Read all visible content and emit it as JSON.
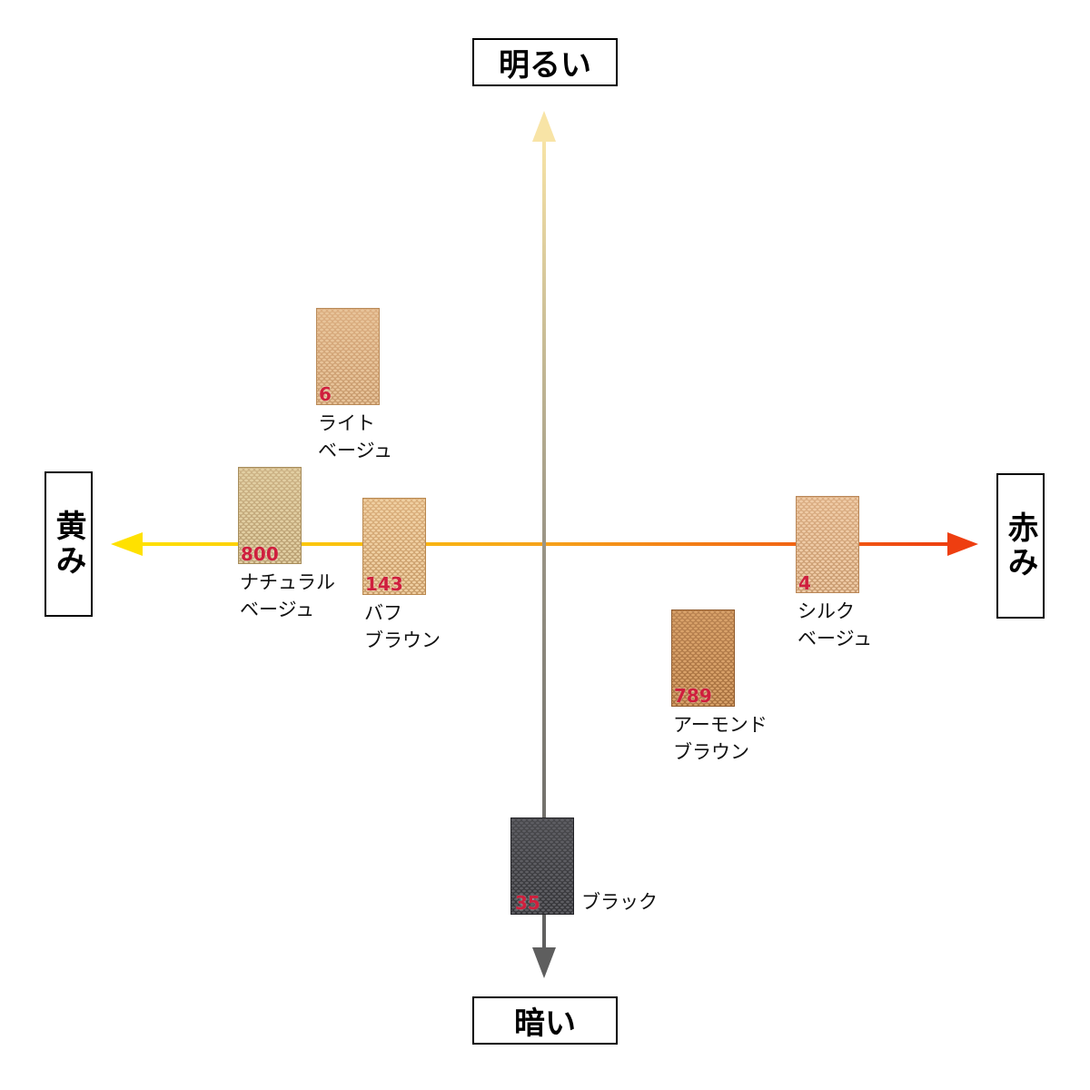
{
  "axes": {
    "top": "明るい",
    "bottom": "暗い",
    "left": "黄み",
    "right": "赤み"
  },
  "colors": {
    "vertical_axis_top": "#f8e4a6",
    "vertical_axis_bottom": "#5e5e5e",
    "horizontal_axis_left": "#ffe100",
    "horizontal_axis_right": "#ee3e10",
    "code_text": "#cf1f3d"
  },
  "swatches": [
    {
      "code": "6",
      "name_lines": [
        "ライト",
        "ベージュ"
      ],
      "base": "#d9a877",
      "dot": "#e8c49a",
      "dark": "#b98a58"
    },
    {
      "code": "800",
      "name_lines": [
        "ナチュラル",
        "ベージュ"
      ],
      "base": "#c9ad7c",
      "dot": "#e2cfa3",
      "dark": "#a78d5c"
    },
    {
      "code": "143",
      "name_lines": [
        "バフ",
        "ブラウン"
      ],
      "base": "#d9aa73",
      "dot": "#f0d0a3",
      "dark": "#b9884f"
    },
    {
      "code": "4",
      "name_lines": [
        "シルク",
        "ベージュ"
      ],
      "base": "#d9a87a",
      "dot": "#efcba6",
      "dark": "#b98758"
    },
    {
      "code": "789",
      "name_lines": [
        "アーモンド",
        "ブラウン"
      ],
      "base": "#b57a44",
      "dot": "#d9a26a",
      "dark": "#8f5a2c"
    },
    {
      "code": "35",
      "name_lines": [
        "ブラック"
      ],
      "base": "#3a3a3e",
      "dot": "#5e5e63",
      "dark": "#222226"
    }
  ]
}
